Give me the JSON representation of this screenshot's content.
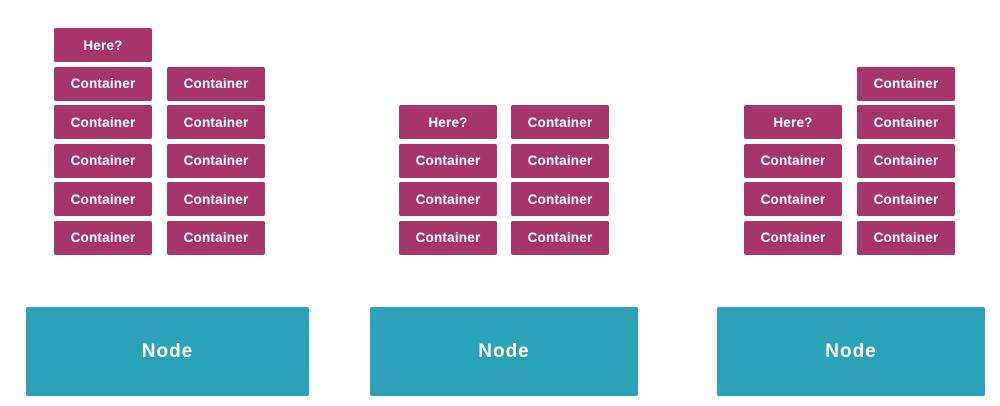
{
  "colors": {
    "container_fill": "#A63569",
    "node_fill": "#2BA2B8",
    "label_text": "#FFFFFF",
    "background": "#FFFFFF"
  },
  "groups": [
    {
      "node_label": "Node",
      "columns": [
        {
          "boxes": [
            "Here?",
            "Container",
            "Container",
            "Container",
            "Container",
            "Container"
          ]
        },
        {
          "boxes": [
            "Container",
            "Container",
            "Container",
            "Container",
            "Container"
          ]
        }
      ]
    },
    {
      "node_label": "Node",
      "columns": [
        {
          "boxes": [
            "Here?",
            "Container",
            "Container",
            "Container"
          ]
        },
        {
          "boxes": [
            "Container",
            "Container",
            "Container",
            "Container"
          ]
        }
      ]
    },
    {
      "node_label": "Node",
      "columns": [
        {
          "boxes": [
            "Here?",
            "Container",
            "Container",
            "Container"
          ]
        },
        {
          "boxes": [
            "Container",
            "Container",
            "Container",
            "Container",
            "Container"
          ]
        }
      ]
    }
  ]
}
